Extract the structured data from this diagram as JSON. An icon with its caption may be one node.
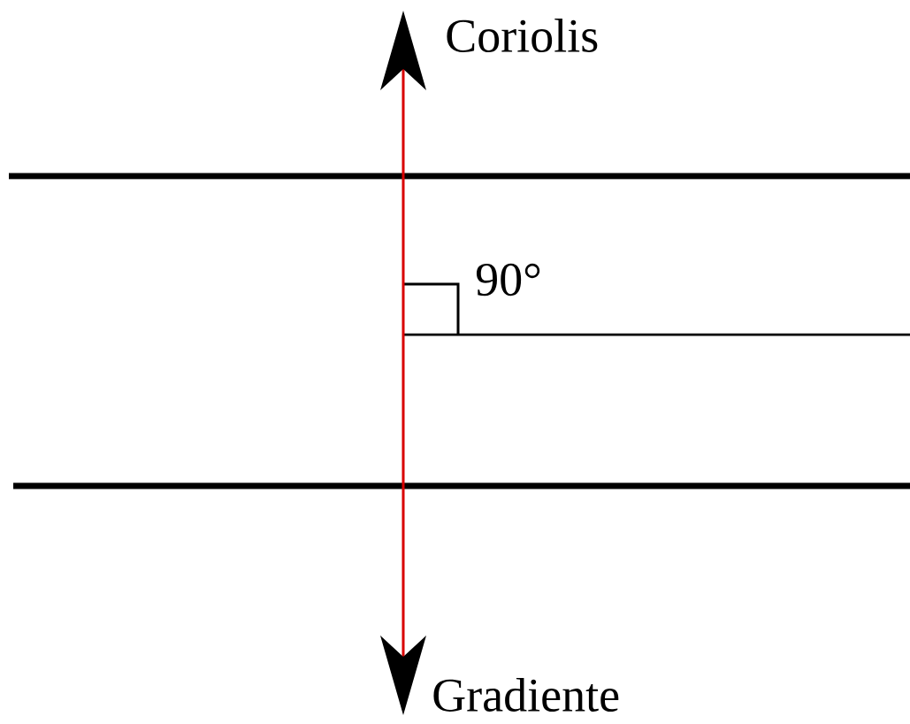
{
  "diagram": {
    "labels": [
      "Coriolis",
      "90°",
      "Gradiente"
    ]
  }
}
